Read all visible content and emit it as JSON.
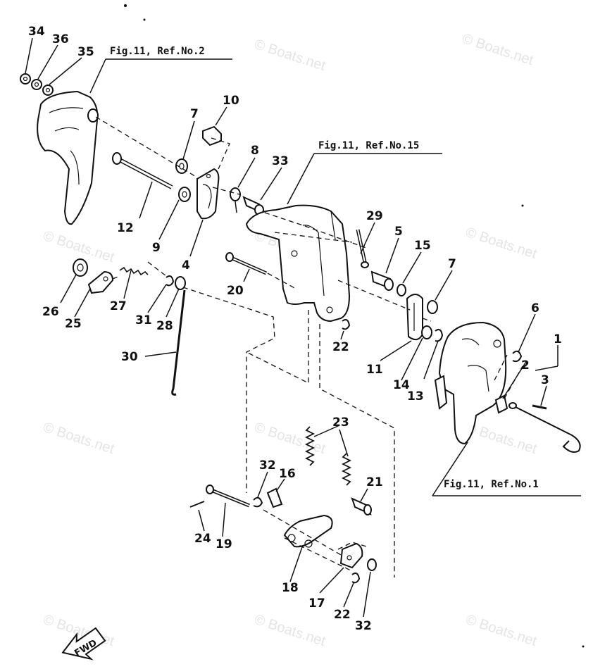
{
  "references": {
    "ref_top_left": "Fig.11, Ref.No.2",
    "ref_center": "Fig.11, Ref.No.15",
    "ref_bottom_right": "Fig.11, Ref.No.1"
  },
  "watermark": "© Boats.net",
  "direction_label": "FWD",
  "callouts": [
    {
      "id": "1",
      "text": "1"
    },
    {
      "id": "2",
      "text": "2"
    },
    {
      "id": "3",
      "text": "3"
    },
    {
      "id": "4",
      "text": "4"
    },
    {
      "id": "5",
      "text": "5"
    },
    {
      "id": "6",
      "text": "6"
    },
    {
      "id": "7a",
      "text": "7"
    },
    {
      "id": "7b",
      "text": "7"
    },
    {
      "id": "8",
      "text": "8"
    },
    {
      "id": "9",
      "text": "9"
    },
    {
      "id": "10",
      "text": "10"
    },
    {
      "id": "11",
      "text": "11"
    },
    {
      "id": "12",
      "text": "12"
    },
    {
      "id": "13",
      "text": "13"
    },
    {
      "id": "14",
      "text": "14"
    },
    {
      "id": "15",
      "text": "15"
    },
    {
      "id": "16",
      "text": "16"
    },
    {
      "id": "17",
      "text": "17"
    },
    {
      "id": "18",
      "text": "18"
    },
    {
      "id": "19",
      "text": "19"
    },
    {
      "id": "20",
      "text": "20"
    },
    {
      "id": "21",
      "text": "21"
    },
    {
      "id": "22a",
      "text": "22"
    },
    {
      "id": "22b",
      "text": "22"
    },
    {
      "id": "23",
      "text": "23"
    },
    {
      "id": "24",
      "text": "24"
    },
    {
      "id": "25",
      "text": "25"
    },
    {
      "id": "26",
      "text": "26"
    },
    {
      "id": "27",
      "text": "27"
    },
    {
      "id": "28",
      "text": "28"
    },
    {
      "id": "29",
      "text": "29"
    },
    {
      "id": "30",
      "text": "30"
    },
    {
      "id": "31",
      "text": "31"
    },
    {
      "id": "32a",
      "text": "32"
    },
    {
      "id": "32b",
      "text": "32"
    },
    {
      "id": "33",
      "text": "33"
    },
    {
      "id": "34",
      "text": "34"
    },
    {
      "id": "35",
      "text": "35"
    },
    {
      "id": "36",
      "text": "36"
    }
  ]
}
